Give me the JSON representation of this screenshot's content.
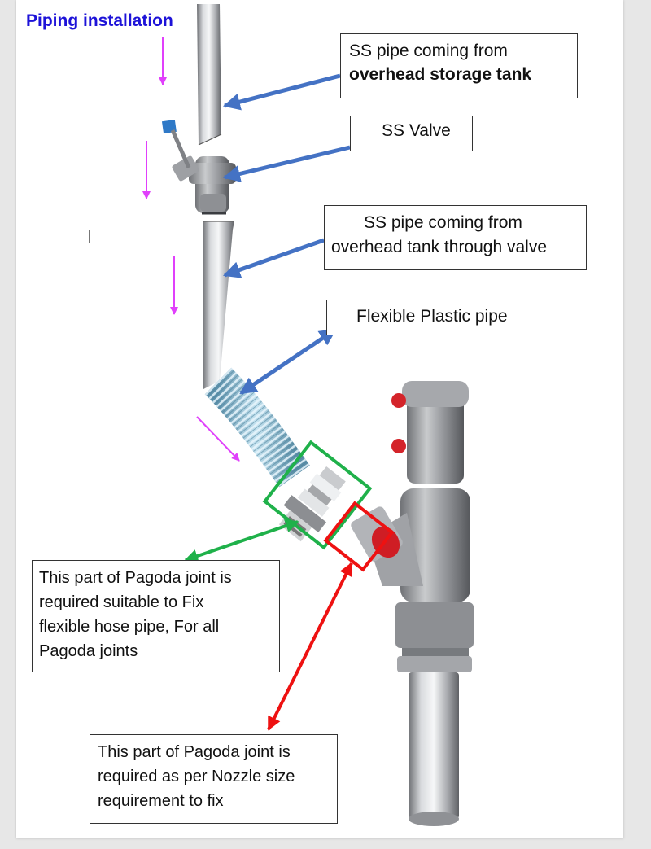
{
  "title": "Piping installation",
  "callouts": {
    "overhead_pipe": {
      "line1": "SS pipe coming from",
      "line2": "overhead storage tank"
    },
    "valve": {
      "text": "SS Valve"
    },
    "valve_pipe": {
      "line1": "SS pipe coming from",
      "line2": "overhead tank through valve"
    },
    "flexible_pipe": {
      "text": "Flexible Plastic pipe"
    },
    "hose_side": {
      "line1": "This part of Pagoda joint is",
      "line2": "required suitable to Fix",
      "line3": "flexible hose pipe, For all",
      "line4": "Pagoda joints"
    },
    "nozzle_side": {
      "line1": "This part of Pagoda joint is",
      "line2": "required as per Nozzle size",
      "line3": "requirement to fix"
    }
  },
  "colors": {
    "title": "#1d12d8",
    "pointer_arrow": "#4472c4",
    "flow_arrow": "#e040fb",
    "hose_joint_highlight": "#1fb14a",
    "nozzle_joint_highlight": "#ee1111",
    "hose": "#8ec4de",
    "steel": "#b7b9bc"
  },
  "icons": [
    "flow-arrow-icon",
    "pointer-arrow-icon",
    "valve-handle-icon"
  ]
}
